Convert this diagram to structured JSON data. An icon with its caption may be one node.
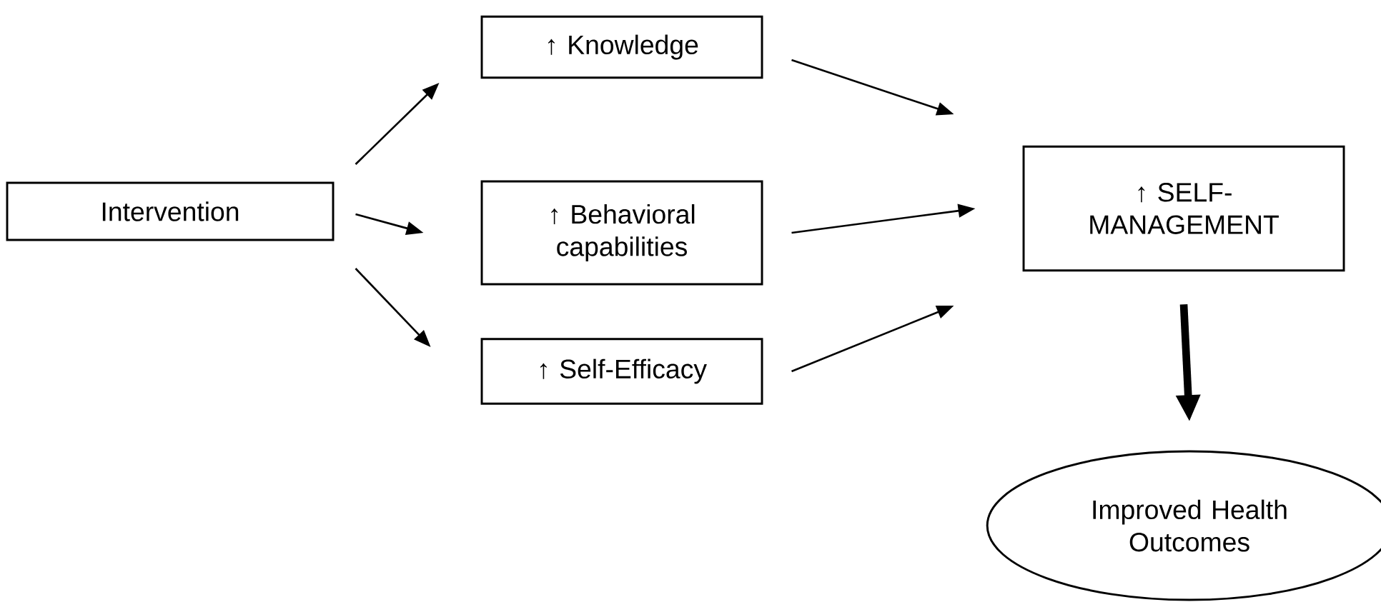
{
  "diagram": {
    "nodes": [
      {
        "text": [
          "Intervention"
        ]
      },
      {
        "text": [
          "↑ Knowledge"
        ]
      },
      {
        "text": [
          "↑ Behavioral capabilities"
        ]
      },
      {
        "text": [
          "↑ Self-Efficacy"
        ]
      },
      {
        "text": [
          "↑ SELF-MANAGEMENT"
        ]
      },
      {
        "text": [
          "Improved Health Outcomes"
        ]
      }
    ],
    "edges": [
      {
        "from": 0,
        "to": 1,
        "arrow": "to"
      },
      {
        "from": 0,
        "to": 2,
        "arrow": "to"
      },
      {
        "from": 0,
        "to": 3,
        "arrow": "to"
      },
      {
        "from": 1,
        "to": 4,
        "arrow": "to"
      },
      {
        "from": 2,
        "to": 4,
        "arrow": "to"
      },
      {
        "from": 3,
        "to": 4,
        "arrow": "to"
      },
      {
        "from": 4,
        "to": 5,
        "arrow": "to",
        "style": "thick"
      }
    ]
  }
}
